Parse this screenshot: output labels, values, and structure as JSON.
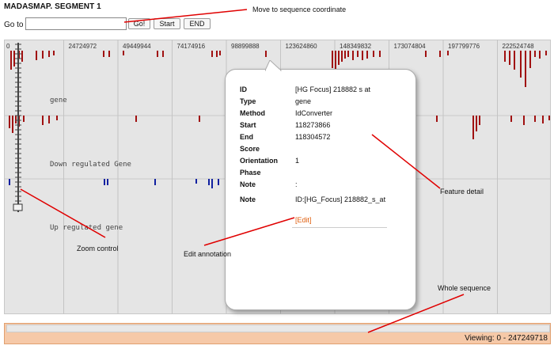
{
  "header": {
    "title": "MADASMAP. SEGMENT 1"
  },
  "goto": {
    "label": "Go to",
    "value": ""
  },
  "buttons": {
    "go": "Go!",
    "start": "Start",
    "end": "END"
  },
  "ruler": {
    "ticks": [
      "24724972",
      "49449944",
      "74174916",
      "98899888",
      "123624860",
      "148349832",
      "173074804",
      "197799776",
      "222524748"
    ],
    "origin_label": "0"
  },
  "tracks": {
    "gene": "gene",
    "down": "Down regulated Gene",
    "up": "Up regulated gene"
  },
  "colors": {
    "down_marks": "#a01010",
    "up_marks": "#1020a0",
    "edit_link": "#e06010",
    "bottom_bar": "#f6c9a8"
  },
  "popup": {
    "rows": [
      {
        "key": "ID",
        "value": "[HG Focus] 218882 s at"
      },
      {
        "key": "Type",
        "value": "gene"
      },
      {
        "key": "Method",
        "value": "IdConverter"
      },
      {
        "key": "Start",
        "value": "118273866"
      },
      {
        "key": "End",
        "value": "118304572"
      },
      {
        "key": "Score",
        "value": ""
      },
      {
        "key": "Orientation",
        "value": "1"
      },
      {
        "key": "Phase",
        "value": ""
      },
      {
        "key": "Note",
        "value": ":"
      },
      {
        "key": "Note",
        "value": "ID:[HG_Focus] 218882_s_at"
      }
    ],
    "edit": "[Edit]"
  },
  "annotations": {
    "move": "Move to sequence coordinate",
    "feature": "Feature detail",
    "zoom": "Zoom control",
    "edit": "Edit annotation",
    "whole": "Whole sequence"
  },
  "footer": {
    "viewing": "Viewing: 0 - 247249718"
  }
}
